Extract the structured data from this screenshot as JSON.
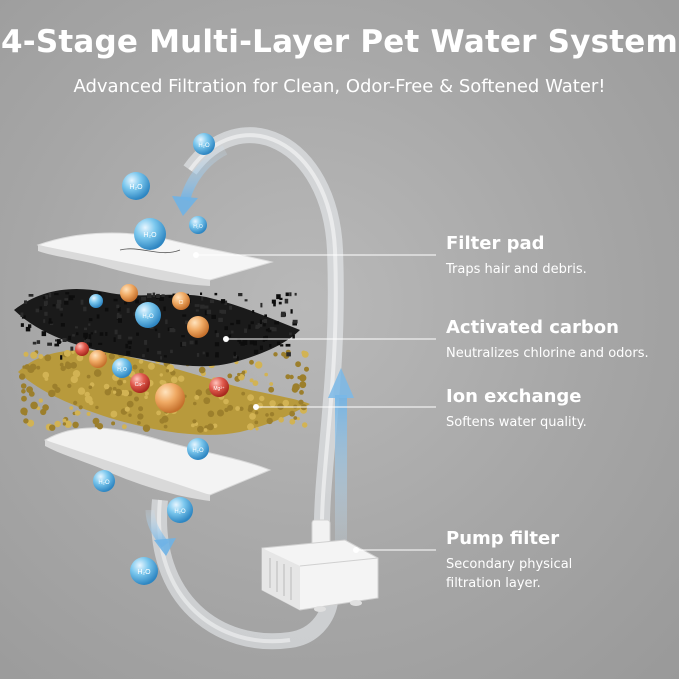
{
  "header": {
    "title": "4-Stage Multi-Layer Pet Water System",
    "subtitle": "Advanced Filtration for Clean, Odor-Free & Softened Water!"
  },
  "stages": [
    {
      "name": "Filter pad",
      "desc": "Traps hair and debris."
    },
    {
      "name": "Activated carbon",
      "desc": "Neutralizes chlorine and odors."
    },
    {
      "name": "Ion exchange",
      "desc": "Softens water quality."
    },
    {
      "name": "Pump filter",
      "desc": "Secondary physical filtration layer."
    }
  ],
  "bubble_labels": {
    "water": "H₂O",
    "chlorine": "Cl",
    "calcium": "Ca²⁺",
    "magnesium": "Mg²⁺"
  },
  "colors": {
    "background": "#a9a9a9",
    "text": "#ffffff",
    "carbon": "#1c1c1c",
    "ion_resin": "#b99a3a",
    "water_bubble": "#5bb6e6",
    "chlorine_ball": "#e8a45c",
    "calcium_ball": "#d9453d"
  },
  "icons": [
    "water-bubble-icon",
    "flow-arrow-icon",
    "pump-icon"
  ]
}
